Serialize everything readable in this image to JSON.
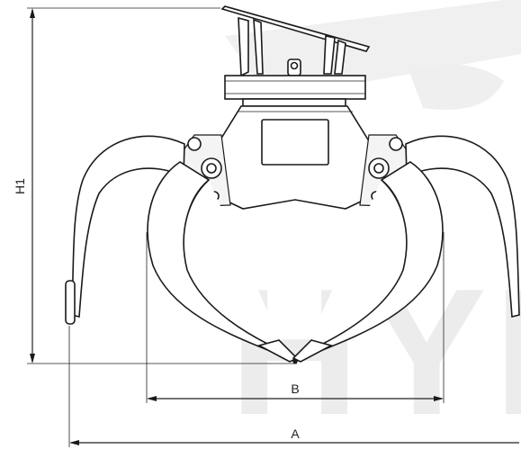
{
  "dimensions": {
    "h1_label": "H1",
    "a_label": "A",
    "b_label": "B"
  },
  "watermark": {
    "text": "HYDR"
  },
  "colors": {
    "line": "#1a1a1a",
    "watermark": "#ececec",
    "background": "#ffffff"
  }
}
